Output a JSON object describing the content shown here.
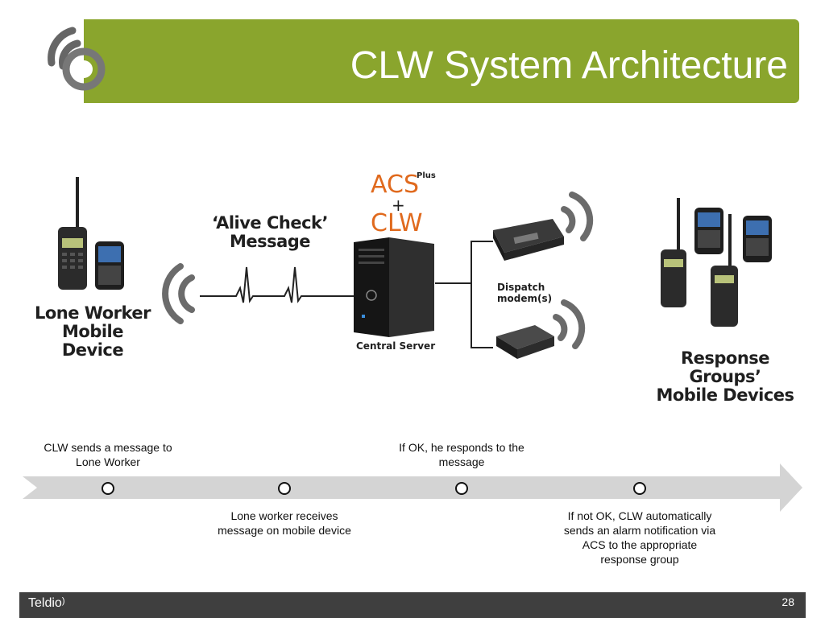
{
  "slide": {
    "title": "CLW System Architecture",
    "page_number": "28",
    "brand": "Teldio"
  },
  "diagram": {
    "lone_worker_label_line1": "Lone Worker",
    "lone_worker_label_line2": "Mobile Device",
    "alive_check_line1": "‘Alive Check’",
    "alive_check_line2": "Message",
    "acs": "ACS",
    "plus_sup": "Plus",
    "plus_sign": "+",
    "clw": "CLW",
    "central_server": "Central Server",
    "dispatch_line1": "Dispatch",
    "dispatch_line2": "modem(s)",
    "response_line1": "Response Groups’",
    "response_line2": "Mobile Devices"
  },
  "timeline": {
    "above": [
      {
        "line1": "CLW sends a message to",
        "line2": "Lone Worker"
      },
      {
        "line1": "If OK, he responds to the",
        "line2": "message"
      }
    ],
    "below": [
      {
        "line1": "Lone worker receives",
        "line2": "message on mobile device"
      },
      {
        "line1": "If not OK, CLW automatically",
        "line2": "sends an alarm notification via",
        "line3": "ACS to the appropriate",
        "line4": "response group"
      }
    ]
  },
  "colors": {
    "header": "#8aa52d",
    "acs_orange": "#e06a1e",
    "footer": "#3f3f3f",
    "timeline": "#d4d4d4"
  }
}
